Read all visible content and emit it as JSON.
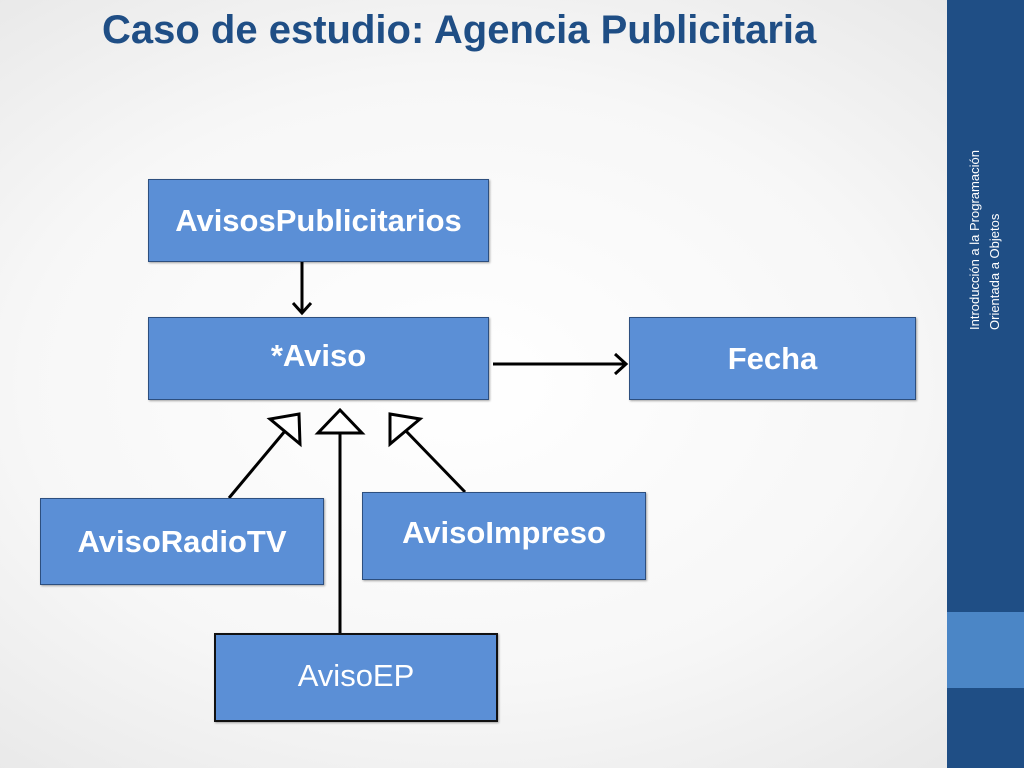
{
  "title": "Caso de estudio: Agencia Publicitaria",
  "sidebar": {
    "text": "Introducción a la Programación Orientada a Objetos"
  },
  "boxes": {
    "avisos_publicitarios": "AvisosPublicitarios",
    "aviso": "*Aviso",
    "fecha": "Fecha",
    "aviso_radio_tv": "AvisoRadioTV",
    "aviso_impreso": "AvisoImpreso",
    "aviso_ep": "AvisoEP"
  },
  "relations": [
    {
      "from": "AvisosPublicitarios",
      "to": "*Aviso",
      "kind": "association"
    },
    {
      "from": "*Aviso",
      "to": "Fecha",
      "kind": "association"
    },
    {
      "from": "AvisoRadioTV",
      "to": "*Aviso",
      "kind": "generalization"
    },
    {
      "from": "AvisoEP",
      "to": "*Aviso",
      "kind": "generalization"
    },
    {
      "from": "AvisoImpreso",
      "to": "*Aviso",
      "kind": "generalization"
    }
  ]
}
